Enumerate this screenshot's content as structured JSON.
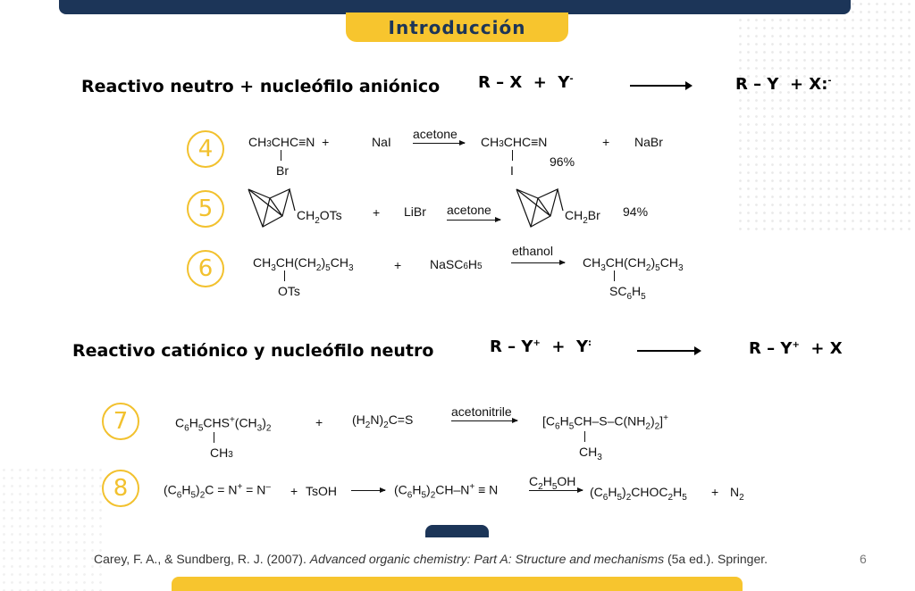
{
  "slide": {
    "title": "Introducción",
    "page_number": "6"
  },
  "section1": {
    "heading": "Reactivo neutro + nucleófilo aniónico",
    "eq_left": "R – X  +  Y-",
    "eq_right": "R – Y  + X:-"
  },
  "section2": {
    "heading": "Reactivo catiónico y nucleófilo neutro",
    "eq_left": "R – Y+  +  Y:",
    "eq_right": "R – Y+  + X"
  },
  "reactions": {
    "r4": {
      "number": "4",
      "reactant": "CH3CHC≡N  +",
      "reactant_sub": "Br",
      "reagent": "NaI",
      "condition": "acetone",
      "product": "CH3CHC≡N",
      "product_sub": "I",
      "yield": "96%",
      "plus": "+",
      "byproduct": "NaBr"
    },
    "r5": {
      "number": "5",
      "reactant_group": "CH2OTs",
      "plus": "+",
      "reagent": "LiBr",
      "condition": "acetone",
      "product_group": "CH2Br",
      "yield": "94%"
    },
    "r6": {
      "number": "6",
      "reactant": "CH3CH(CH2)5CH3",
      "reactant_sub": "OTs",
      "plus": "+",
      "reagent": "NaSC6H5",
      "condition": "ethanol",
      "product": "CH3CH(CH2)5CH3",
      "product_sub": "SC6H5"
    },
    "r7": {
      "number": "7",
      "reactant": "C6H5CHS+(CH3)2",
      "reactant_sub": "CH3",
      "plus": "+",
      "reagent": "(H2N)2C=S",
      "condition": "acetonitrile",
      "product": "[C6H5CH–S–C(NH2)2]+",
      "product_sub": "CH3"
    },
    "r8": {
      "number": "8",
      "reactant": "(C6H5)2C=N+=N–",
      "plus1": "+",
      "reagent": "TsOH",
      "intermediate": "(C6H5)2CH–N+≡N",
      "condition": "C2H5OH",
      "product": "(C6H5)2CHOC2H5",
      "plus2": "+",
      "byproduct": "N2"
    }
  },
  "citation": {
    "authors": "Carey, F. A., & Sundberg, R. J. (2007). ",
    "title": "Advanced organic chemistry: Part A: Structure and mechanisms",
    "rest": " (5a ed.). Springer."
  },
  "colors": {
    "navy": "#1c3558",
    "yellow": "#f7c52e"
  }
}
